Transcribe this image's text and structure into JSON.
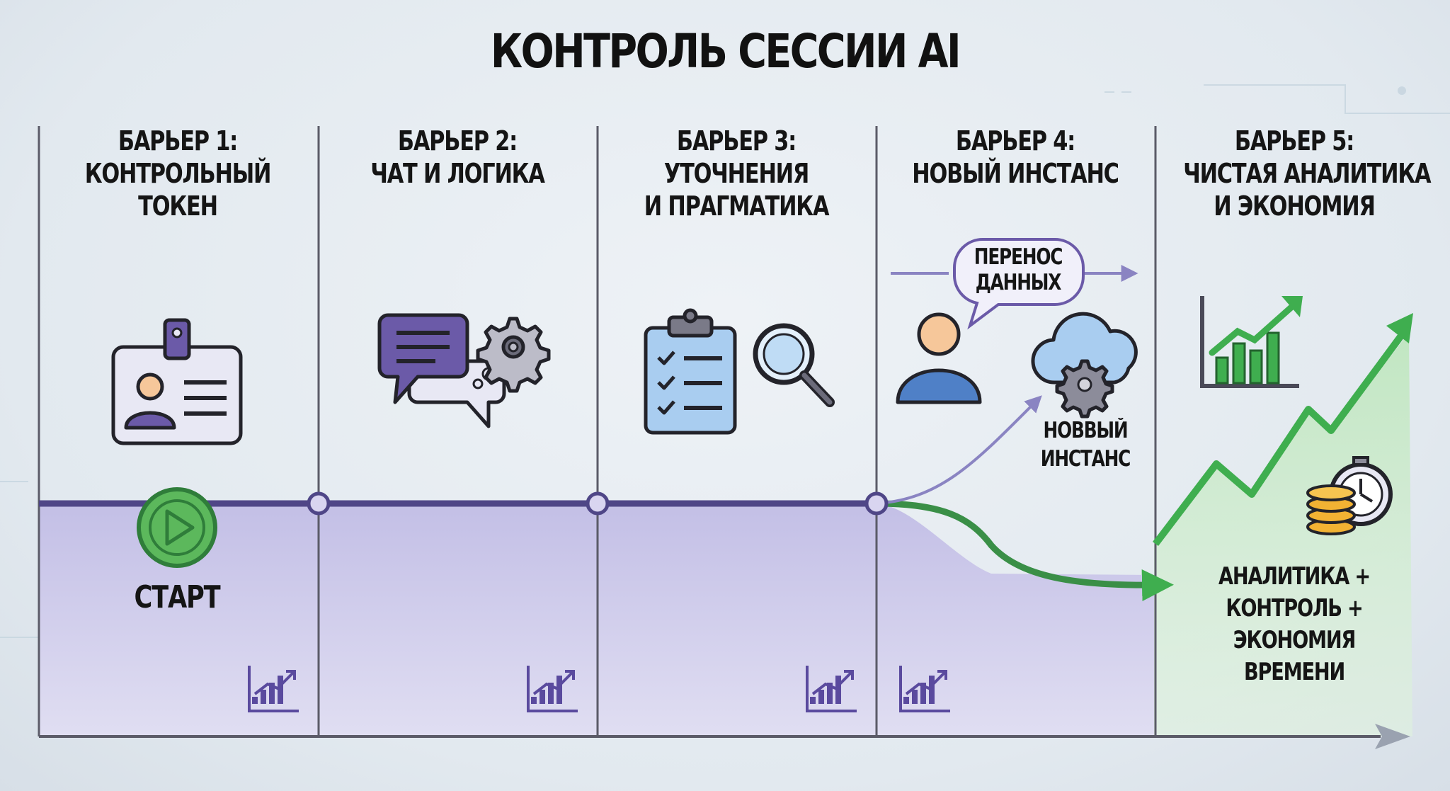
{
  "title": "КОНТРОЛЬ СЕССИИ AI",
  "barriers": [
    {
      "heading": [
        "БАРЬЕР 1:",
        "КОНТРОЛЬНЫЙ",
        "ТОКЕН"
      ],
      "icon": "id-badge-icon"
    },
    {
      "heading": [
        "БАРЬЕР 2:",
        "ЧАТ И ЛОГИКА"
      ],
      "icon": "chat-gear-icon"
    },
    {
      "heading": [
        "БАРЬЕР 3:",
        "УТОЧНЕНИЯ",
        "И ПРАГМАТИКА"
      ],
      "icon": "clipboard-magnifier-icon"
    },
    {
      "heading": [
        "БАРЬЕР 4:",
        "НОВЫЙ ИНСТАНС"
      ],
      "icon": "user-cloud-icon"
    },
    {
      "heading": [
        "БАРЬЕР 5:",
        "ЧИСТАЯ АНАЛИТИКА",
        "И ЭКОНОМИЯ"
      ],
      "icon": "growth-chart-icon"
    }
  ],
  "start_label": "СТАРТ",
  "transfer_bubble": [
    "ПЕРЕНОС",
    "ДАННЫХ"
  ],
  "new_instance_label": [
    "НОВВЫЙ",
    "ИНСТАНС"
  ],
  "result_label": [
    "АНАЛИТИКА +",
    "КОНТРОЛЬ +",
    "ЭКОНОМИЯ ВРЕМЕНИ"
  ],
  "colors": {
    "timeline": "#4f4687",
    "band": "#c9c6e8",
    "accent_green": "#3fae4f",
    "icon_blue": "#a9cdf0",
    "icon_purple": "#6b5aa8",
    "skin": "#f6c79a"
  }
}
